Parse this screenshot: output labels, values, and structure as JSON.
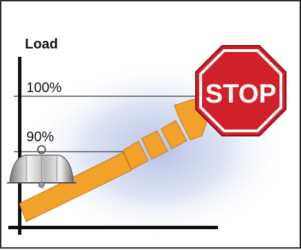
{
  "title": "Load",
  "levels": [
    {
      "label": "100%",
      "value": 100
    },
    {
      "label": "90%",
      "value": 90
    }
  ],
  "sign": {
    "text": "STOP",
    "icon": "stop-sign-icon",
    "color": "#d0202a"
  },
  "alarm": {
    "icon": "bell-icon"
  },
  "arrow": {
    "icon": "rising-arrow-icon",
    "color": "#f2a12a"
  },
  "colors": {
    "background_glow": "#aebbe0",
    "axis": "#111111",
    "line": "#555555"
  }
}
